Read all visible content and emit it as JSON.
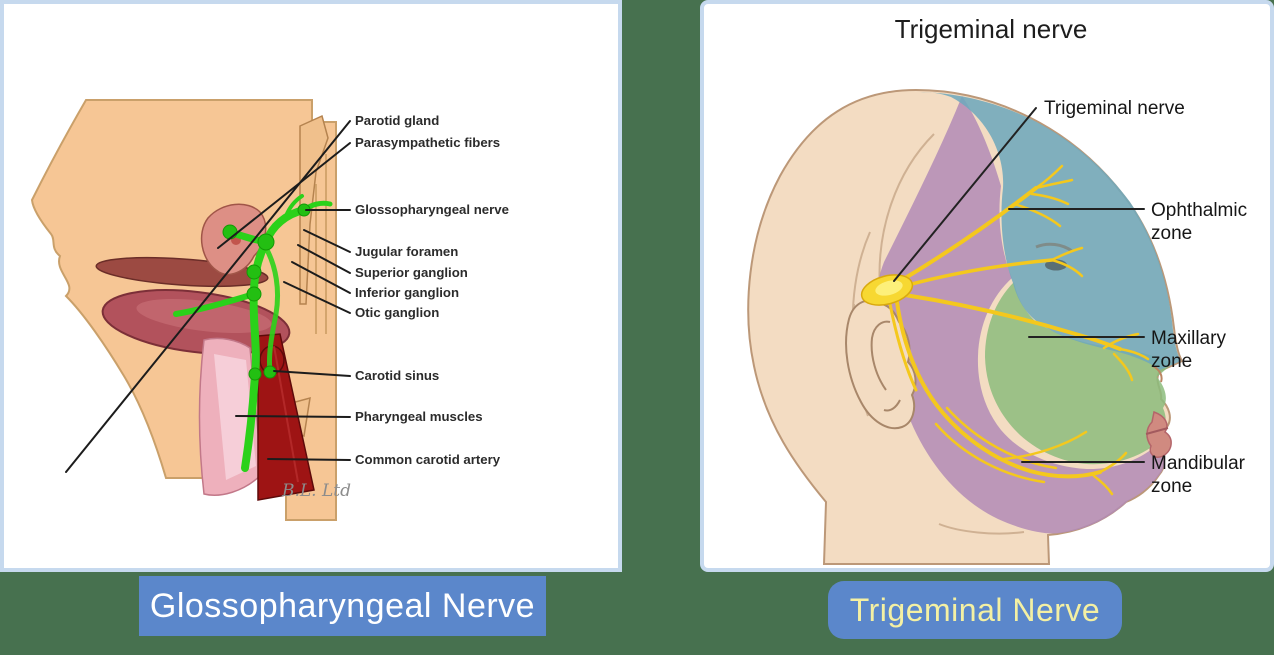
{
  "left_panel": {
    "caption": "Glossopharyngeal Nerve",
    "signature": "B.L. Ltd",
    "labels": [
      "Parotid gland",
      "Parasympathetic fibers",
      "Glossopharyngeal nerve",
      "Jugular foramen",
      "Superior ganglion",
      "Inferior ganglion",
      "Otic ganglion",
      "Carotid sinus",
      "Pharyngeal muscles",
      "Common carotid artery"
    ]
  },
  "right_panel": {
    "title": "Trigeminal nerve",
    "nerve_label": "Trigeminal nerve",
    "zones": [
      {
        "name": "Ophthalmic",
        "word2": "zone"
      },
      {
        "name": "Maxillary",
        "word2": "zone"
      },
      {
        "name": "Mandibular",
        "word2": "zone"
      }
    ],
    "caption": "Trigeminal Nerve"
  },
  "colors": {
    "page_background": "#47714F",
    "panel_border": "#c6d9ee",
    "caption_background": "#5b87cb",
    "caption_text_left": "#ffffff",
    "caption_text_right": "#f4f0a3",
    "skin_left": "#f6c695",
    "skin_right": "#f3dcc2",
    "nerve_green": "#2bd11a",
    "artery_red": "#9e1414",
    "zone_ophthalmic_blue": "#6fa8bc",
    "zone_maxillary_green": "#8cbc7c",
    "zone_mandibular_purple": "#b28bb6",
    "nerve_yellow": "#f4c81d"
  }
}
